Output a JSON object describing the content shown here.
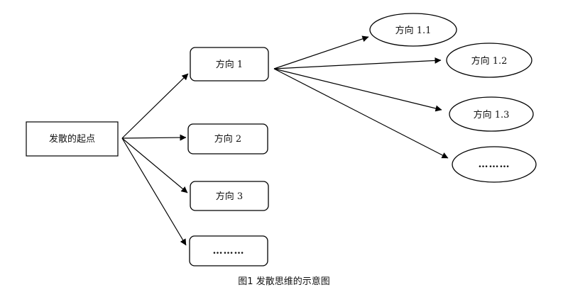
{
  "diagram": {
    "root": {
      "label": "发散的起点"
    },
    "branches": [
      {
        "label": "方向 1"
      },
      {
        "label": "方向 2"
      },
      {
        "label": "方向 3"
      },
      {
        "label": "………"
      }
    ],
    "sub_branches": [
      {
        "label": "方向 1.1"
      },
      {
        "label": "方向 1.2"
      },
      {
        "label": "方向 1.3"
      },
      {
        "label": "………"
      }
    ],
    "caption": "图1  发散思维的示意图"
  },
  "colors": {
    "stroke": "#000000",
    "text": "#111111",
    "background": "#ffffff"
  }
}
